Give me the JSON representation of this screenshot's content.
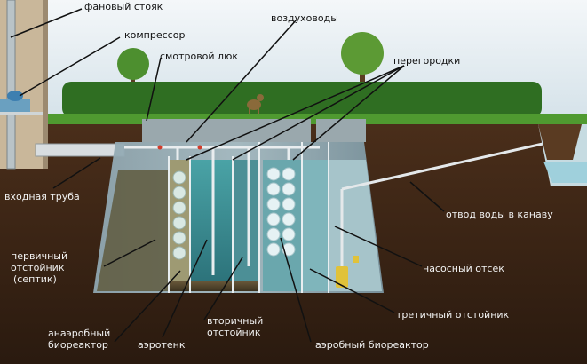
{
  "diagram": {
    "labels": {
      "fan_riser": "фановый стояк",
      "compressor": "компрессор",
      "air_ducts": "воздуховоды",
      "inspection_hatch": "смотровой люк",
      "partitions": "перегородки",
      "inlet_pipe": "входная труба",
      "primary_settler_1": "первичный",
      "primary_settler_2": "отстойник",
      "primary_settler_3": "(септик)",
      "drain_to_ditch": "отвод воды в канаву",
      "pump_compartment": "насосный отсек",
      "tertiary_settler": "третичный отстойник",
      "anaerobic_1": "анаэробный",
      "anaerobic_2": "биореактор",
      "aerotank": "аэротенк",
      "secondary_1": "вторичный",
      "secondary_2": "отстойник",
      "aerobic_bioreactor": "аэробный биореактор"
    },
    "colors": {
      "sky": "#e4edf2",
      "grass": "#3f8a2a",
      "soil": "#3b2516",
      "tank": "#7f9aa6",
      "water": "#3a8f8f",
      "bioblocks": "#cfe6ea"
    }
  }
}
